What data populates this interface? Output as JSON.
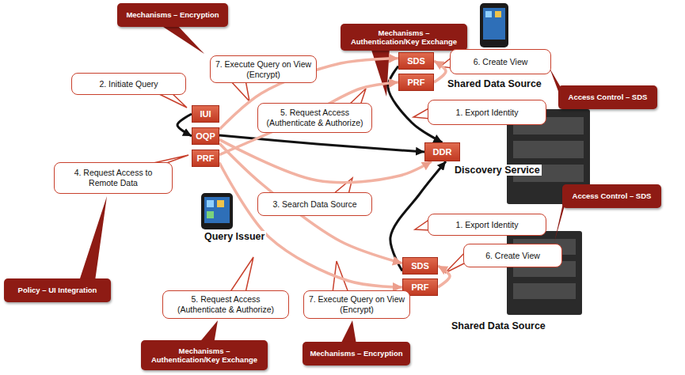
{
  "diagram": {
    "nodes": [
      {
        "text": [
          "Mechanisms – Encryption"
        ]
      },
      {
        "text": [
          "Mechanisms – Authentication/Key Exchange"
        ]
      },
      {
        "text": [
          "2. Initiate Query"
        ]
      },
      {
        "text": [
          "7. Execute Query on View (Encrypt)"
        ]
      },
      {
        "text": [
          "SDS"
        ]
      },
      {
        "text": [
          "PRF"
        ]
      },
      {
        "text": [
          "6. Create View"
        ]
      },
      {
        "text": [
          "5. Request Access (Authenticate & Authorize)"
        ]
      },
      {
        "text": [
          "1. Export Identity"
        ]
      },
      {
        "text": [
          "Access Control – SDS"
        ]
      },
      {
        "text": [
          "IUI"
        ]
      },
      {
        "text": [
          "OQP"
        ]
      },
      {
        "text": [
          "PRF"
        ]
      },
      {
        "text": [
          "DDR"
        ]
      },
      {
        "text": [
          "4. Request Access to Remote Data"
        ]
      },
      {
        "text": [
          "3. Search Data Source"
        ]
      },
      {
        "text": [
          "Access Control – SDS"
        ]
      },
      {
        "text": [
          "1. Export Identity"
        ]
      },
      {
        "text": [
          "6. Create View"
        ]
      },
      {
        "text": [
          "SDS"
        ]
      },
      {
        "text": [
          "PRF"
        ]
      },
      {
        "text": [
          "Policy – UI Integration"
        ]
      },
      {
        "text": [
          "5. Request Access (Authenticate & Authorize)"
        ]
      },
      {
        "text": [
          "7. Execute Query on View (Encrypt)"
        ]
      },
      {
        "text": [
          "Mechanisms – Authentication/Key Exchange"
        ]
      },
      {
        "text": [
          "Mechanisms – Encryption"
        ]
      }
    ],
    "edges": [
      {
        "from": 10,
        "to": 11,
        "arrow": "to"
      },
      {
        "from": 11,
        "to": 13,
        "arrow": "to"
      },
      {
        "from": 4,
        "to": 13,
        "arrow": "to"
      },
      {
        "from": 19,
        "to": 13,
        "arrow": "to"
      },
      {
        "from": 11,
        "to": 4,
        "arrow": "to"
      },
      {
        "from": 12,
        "to": 5,
        "arrow": "to"
      },
      {
        "from": 11,
        "to": 13,
        "arrow": "to"
      },
      {
        "from": 11,
        "to": 19,
        "arrow": "to"
      },
      {
        "from": 12,
        "to": 20,
        "arrow": "to"
      },
      {
        "from": 5,
        "to": 4,
        "arrow": "to"
      },
      {
        "from": 20,
        "to": 19,
        "arrow": "to"
      }
    ],
    "labels": [
      "Shared Data Source",
      "Discovery Service",
      "Query Issuer",
      "Shared Data Source"
    ]
  }
}
